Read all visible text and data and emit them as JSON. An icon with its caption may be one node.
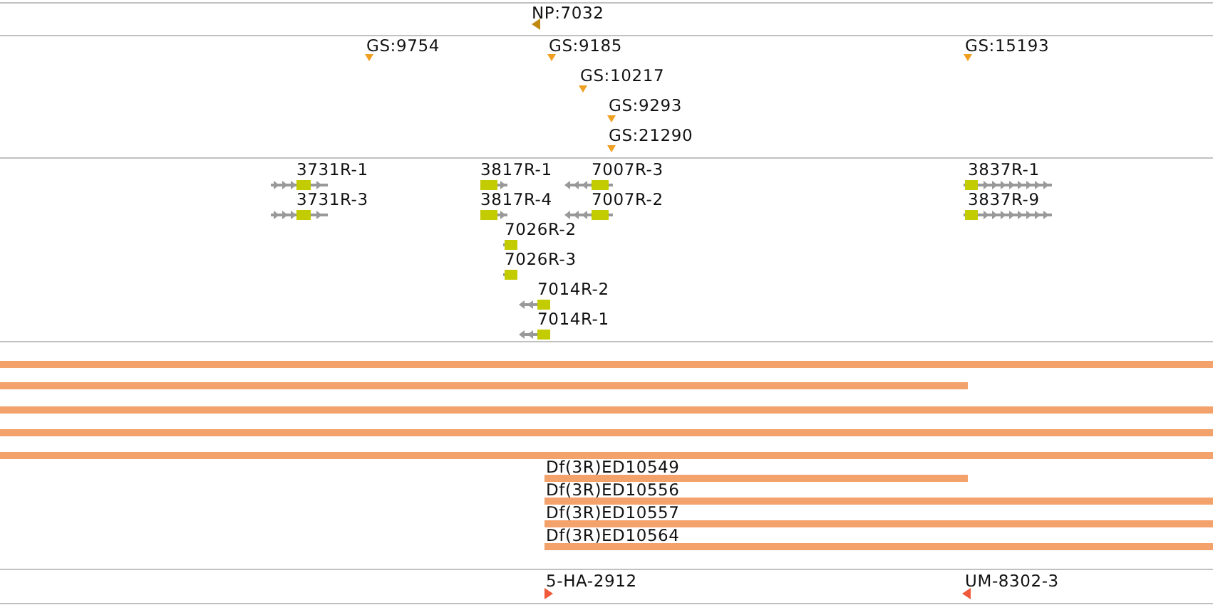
{
  "diagram": {
    "labels": [
      "NP:7032",
      "GS:9754",
      "GS:9185",
      "GS:15193",
      "GS:10217",
      "GS:9293",
      "GS:21290",
      "3731R-1",
      "3817R-1",
      "7007R-3",
      "3837R-1",
      "3731R-3",
      "3817R-4",
      "7007R-2",
      "3837R-9",
      "7026R-2",
      "7026R-3",
      "7014R-2",
      "7014R-1",
      "Df(3R)ED10549",
      "Df(3R)ED10556",
      "Df(3R)ED10557",
      "Df(3R)ED10564",
      "5-HA-2912",
      "UM-8302-3"
    ]
  }
}
